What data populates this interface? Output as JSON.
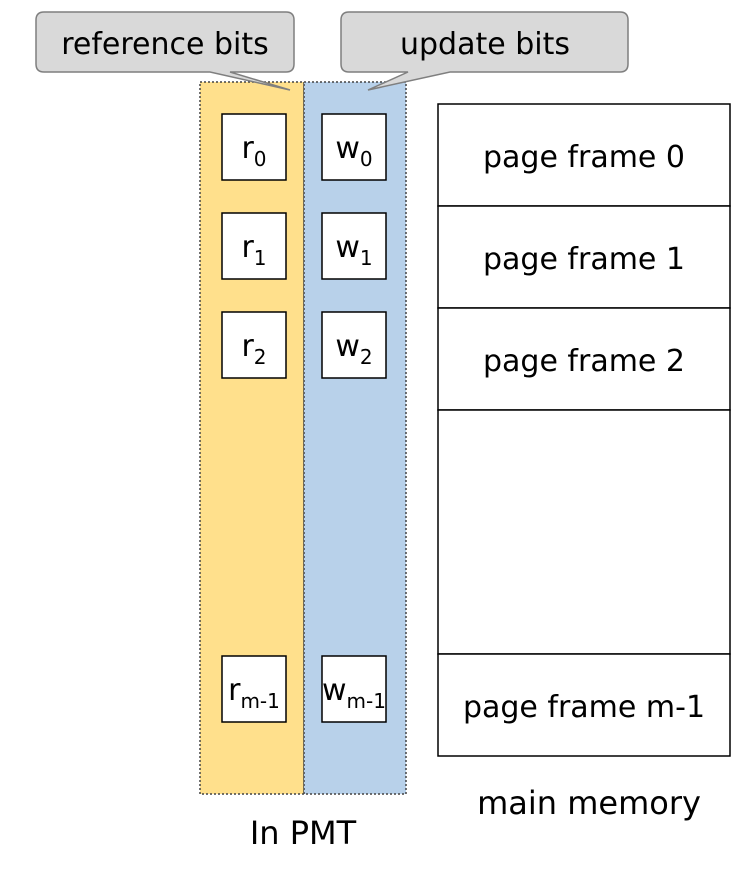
{
  "callouts": {
    "reference_label": "reference bits",
    "update_label": "update bits"
  },
  "pmt": {
    "caption": "In PMT",
    "reference_color": "#FFE08C",
    "update_color": "#B8D1EA",
    "reference_bits": [
      {
        "base": "r",
        "sub": "0"
      },
      {
        "base": "r",
        "sub": "1"
      },
      {
        "base": "r",
        "sub": "2"
      },
      {
        "base": "r",
        "sub": "m-1"
      }
    ],
    "update_bits": [
      {
        "base": "w",
        "sub": "0"
      },
      {
        "base": "w",
        "sub": "1"
      },
      {
        "base": "w",
        "sub": "2"
      },
      {
        "base": "w",
        "sub": "m-1"
      }
    ]
  },
  "main_memory": {
    "caption": "main memory",
    "frames": [
      "page frame 0",
      "page frame 1",
      "page frame 2",
      "",
      "page frame m-1"
    ]
  },
  "colors": {
    "callout_fill": "#D9D9D9",
    "callout_stroke": "#7F7F7F",
    "border": "#000000"
  }
}
